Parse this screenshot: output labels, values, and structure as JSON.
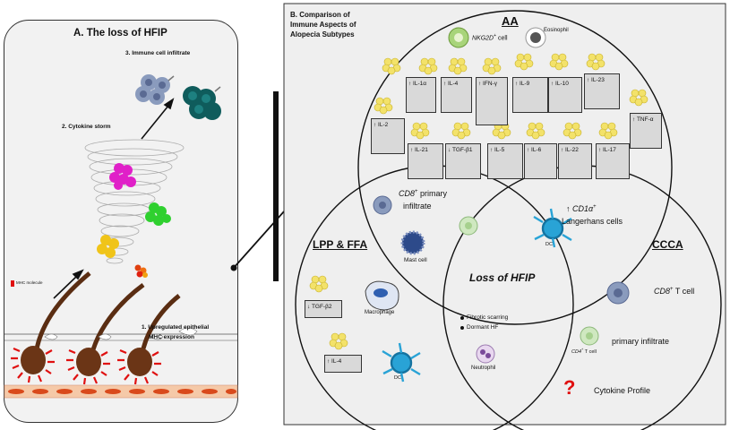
{
  "panel_a": {
    "title": "A. The loss of HFIP",
    "step3": "3. Immune cell infiltrate",
    "step2": "2. Cytokine storm",
    "step1_line1": "1. Upregulated epithelial",
    "step1_line2": "MHC expression",
    "legend_mhc": "MHC molecule"
  },
  "panel_b": {
    "title_line1": "B. Comparison of",
    "title_line2": "Immune Aspects of",
    "title_line3": "Alopecia Subtypes",
    "aa": {
      "label": "AA",
      "nkg2d": "NKG2D",
      "nkg2d_sup": "+",
      "nkg2d_suffix": " cell",
      "eosinophil": "Eosinophil",
      "cytokines": [
        {
          "text": "↑ IL-1α"
        },
        {
          "text": "↑ IL-4"
        },
        {
          "text": "↑ IFN-γ"
        },
        {
          "text": "↑ IL-9"
        },
        {
          "text": "↑ IL-10"
        },
        {
          "text": "↑ IL-23"
        },
        {
          "text": "↑ IL-2"
        },
        {
          "text": "↑ TNF-α"
        },
        {
          "text": "↑ IL-21"
        },
        {
          "text": "↓ TGF-β1"
        },
        {
          "text": "↑ IL-5"
        },
        {
          "text": "↑ IL-6"
        },
        {
          "text": "↑ IL-22"
        },
        {
          "text": "↑ IL-17"
        }
      ]
    },
    "aa_lpp": {
      "cd8": "CD8",
      "cd8_sup": "+",
      "cd8_suffix": " primary",
      "infiltrate": "infiltrate",
      "mast_cell": "Mast cell"
    },
    "aa_ccca": {
      "cd1a": "↑ CD1α",
      "cd1a_sup": "+",
      "langerhans": "Langerhans cells",
      "dc": "DC"
    },
    "lpp": {
      "label": "LPP & FFA",
      "tgf": "↓ TGF-β2",
      "macrophage": "Macrophage",
      "il4": "↑ IL-4",
      "dc": "DC"
    },
    "center": {
      "label": "Loss of HFIP",
      "bullet1": "Fibrotic scarring",
      "bullet2": "Dormant HF",
      "neutrophil": "Neutrophil"
    },
    "ccca": {
      "label": "CCCA",
      "cd8": "CD8",
      "cd8_sup": "+",
      "cd8_suffix": " T cell",
      "cd4": "CD4",
      "cd4_sup": "+",
      "cd4_suffix": " T cell",
      "primary_infiltrate": "primary infiltrate",
      "question": "?",
      "cytokine_profile": "Cytokine Profile"
    }
  },
  "colors": {
    "panel_bg": "#f2f2f2",
    "hair": "#5a2d12",
    "cytokine_yellow": "#f3e26a",
    "magenta": "#e020c8",
    "green": "#2fd02f",
    "gold": "#f0c419",
    "teal": "#0f5c5c",
    "steel": "#8a9bbd",
    "red": "#e01010",
    "dc_blue": "#29a3d6"
  }
}
